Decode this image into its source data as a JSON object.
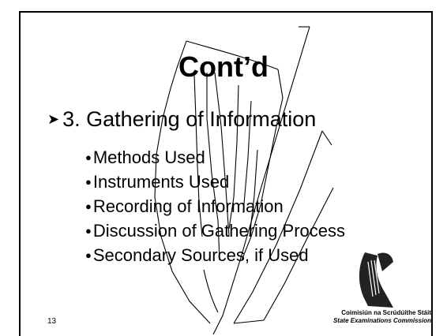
{
  "slide": {
    "title": "Cont’d",
    "main_bullet": "3. Gathering of Information",
    "sub_bullets": [
      "Methods Used",
      "Instruments Used",
      "Recording of Information",
      "Discussion of Gathering Process",
      "Secondary Sources, if Used"
    ],
    "page_number": "13"
  },
  "branding": {
    "org_irish": "Coimisiún na Scrúdúithe Stáit",
    "org_english": "State Examinations Commission",
    "logo_icon": "harp-icon"
  },
  "icons": {
    "bullet_arrow": "arrow-bullet-icon",
    "bullet_dot": "dot-bullet-icon"
  },
  "colors": {
    "text": "#000000",
    "background": "#ffffff"
  }
}
